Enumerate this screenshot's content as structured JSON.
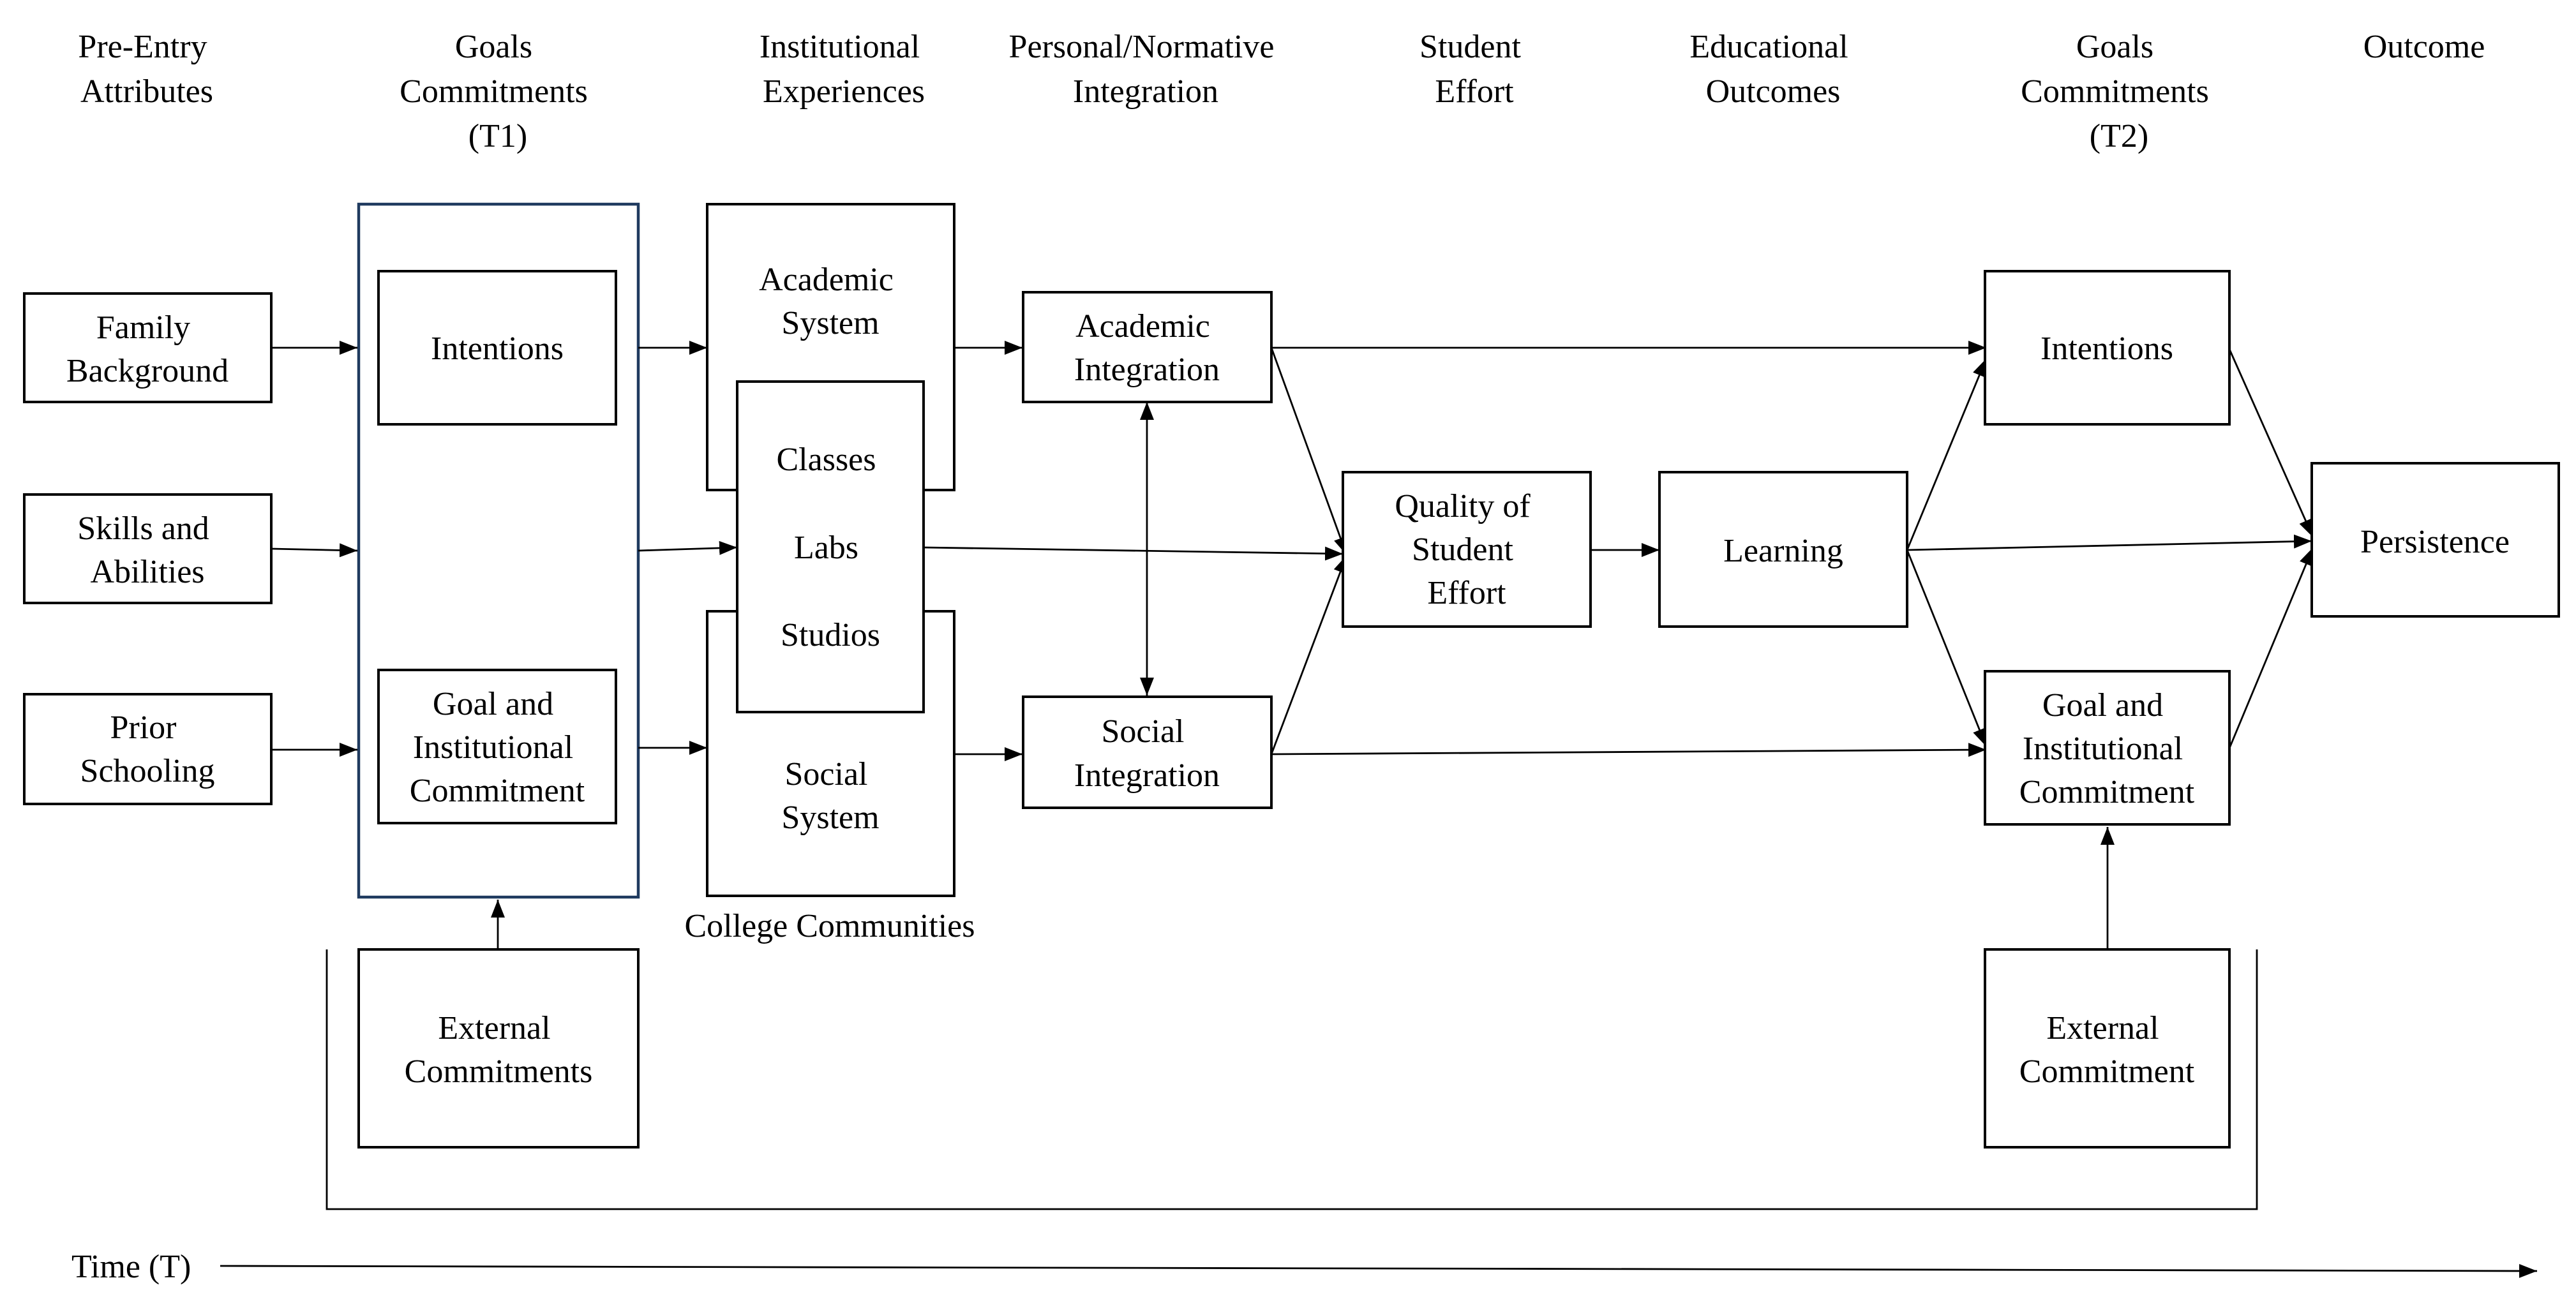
{
  "headers": {
    "pre_entry": [
      "Pre-Entry",
      "Attributes"
    ],
    "goals_t1": [
      "Goals",
      "Commitments",
      "(T1)"
    ],
    "institutional": [
      "Institutional",
      "Experiences"
    ],
    "integration": [
      "Personal/Normative",
      "Integration"
    ],
    "effort": [
      "Student",
      "Effort"
    ],
    "educational": [
      "Educational",
      "Outcomes"
    ],
    "goals_t2": [
      "Goals",
      "Commitments",
      "(T2)"
    ],
    "outcome": [
      "Outcome"
    ]
  },
  "boxes": {
    "family_background": [
      "Family",
      "Background"
    ],
    "skills_abilities": [
      "Skills and",
      "Abilities"
    ],
    "prior_schooling": [
      "Prior",
      "Schooling"
    ],
    "intentions_t1": [
      "Intentions"
    ],
    "goal_commitment_t1": [
      "Goal and",
      "Institutional",
      "Commitment"
    ],
    "external_commitments_t1": [
      "External",
      "Commitments"
    ],
    "academic_system": [
      "Academic",
      "System"
    ],
    "classes_labs_studios": [
      "Classes",
      "Labs",
      "Studios"
    ],
    "social_system": [
      "Social",
      "System"
    ],
    "academic_integration": [
      "Academic",
      "Integration"
    ],
    "social_integration": [
      "Social",
      "Integration"
    ],
    "quality_effort": [
      "Quality of",
      "Student",
      "Effort"
    ],
    "learning": [
      "Learning"
    ],
    "intentions_t2": [
      "Intentions"
    ],
    "goal_commitment_t2": [
      "Goal and",
      "Institutional",
      "Commitment"
    ],
    "external_commitment_t2": [
      "External",
      "Commitment"
    ],
    "persistence": [
      "Persistence"
    ]
  },
  "college_communities": "College Communities",
  "time_label": "Time (T)"
}
